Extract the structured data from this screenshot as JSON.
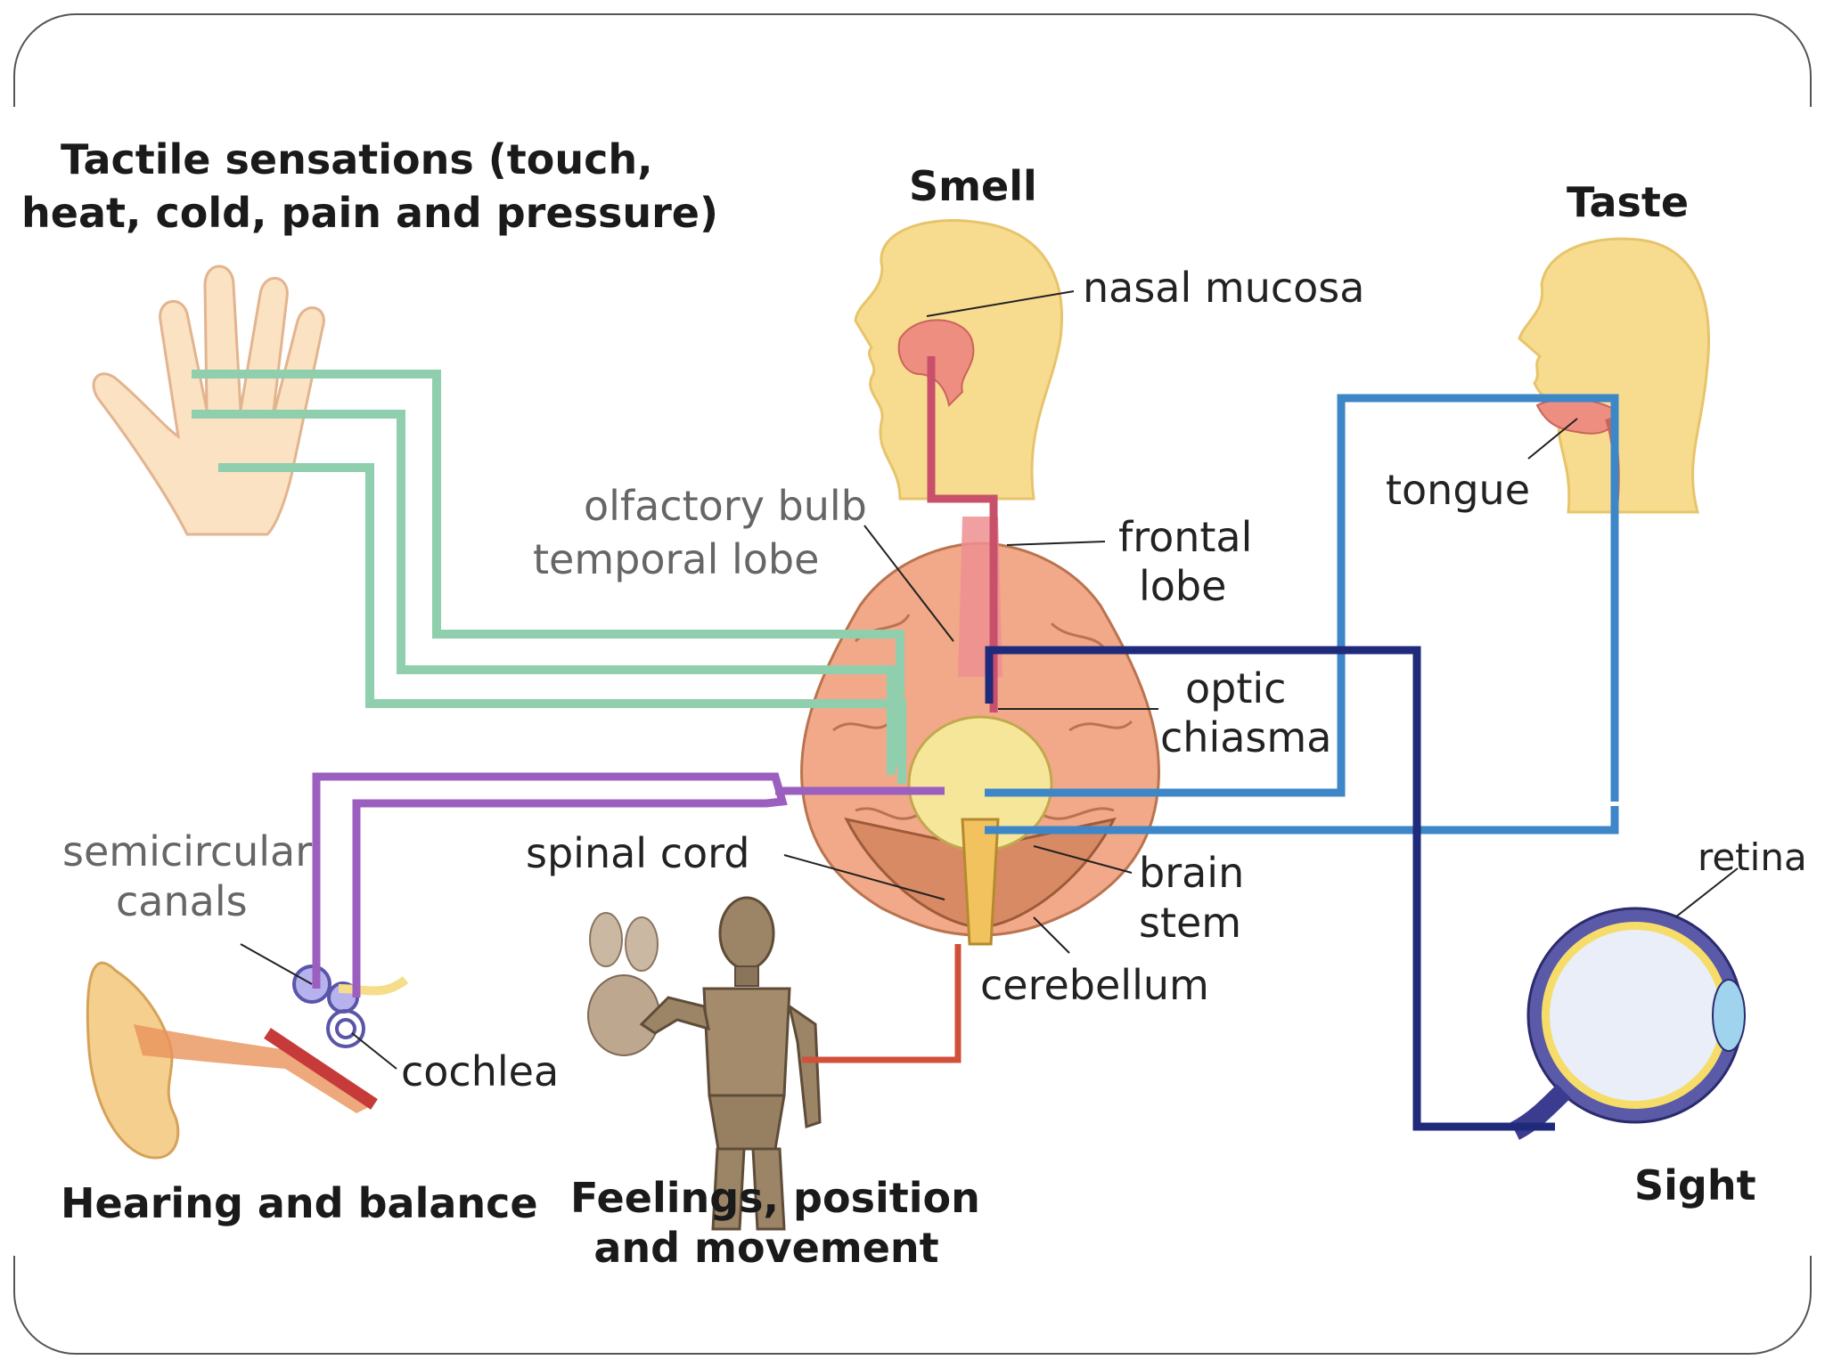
{
  "titles": {
    "tactile_line1": "Tactile sensations (touch,",
    "tactile_line2": "heat, cold, pain and pressure)",
    "smell": "Smell",
    "taste": "Taste",
    "hearing": "Hearing and balance",
    "feelings_line1": "Feelings, position",
    "feelings_line2": "and movement",
    "sight": "Sight"
  },
  "labels": {
    "nasal_mucosa": "nasal mucosa",
    "olfactory_bulb": "olfactory bulb",
    "temporal_lobe": "temporal lobe",
    "frontal_line1": "frontal",
    "frontal_line2": "lobe",
    "tongue": "tongue",
    "optic_line1": "optic",
    "optic_line2": "chiasma",
    "spinal_cord": "spinal cord",
    "brain_line1": "brain",
    "brain_line2": "stem",
    "cerebellum": "cerebellum",
    "semicircular_line1": "semicircular",
    "semicircular_line2": "canals",
    "cochlea": "cochlea",
    "retina": "retina"
  },
  "colors": {
    "tactile_path": "#8fcfae",
    "hearing_path": "#9b5fc0",
    "smell_path": "#c8506a",
    "taste_path": "#3d86c8",
    "sight_path": "#1f2a7a",
    "movement_path": "#d0503a",
    "skin": "#f7dc8f",
    "brain": "#f1a98a"
  }
}
